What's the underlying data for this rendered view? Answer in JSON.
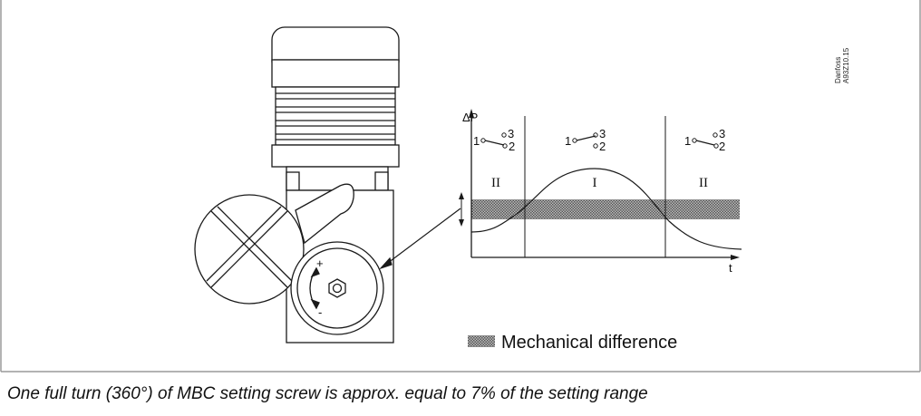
{
  "figure_code": [
    "Danfoss",
    "A93Z10.15"
  ],
  "graph": {
    "y_axis_label": "ΔP",
    "x_axis_label": "t",
    "switch_terminals": {
      "left": "1",
      "top": "3",
      "bottom": "2"
    },
    "zones": [
      {
        "id": "zone-left",
        "label": "II"
      },
      {
        "id": "zone-middle",
        "label": "I"
      },
      {
        "id": "zone-right",
        "label": "II"
      }
    ]
  },
  "dial": {
    "plus_label": "+",
    "minus_label": "-"
  },
  "legend": {
    "label": "Mechanical difference",
    "pattern_color": "#7a7a7a"
  },
  "caption": "One full turn (360°) of MBC setting screw is approx. equal to 7% of the setting range",
  "colors": {
    "line": "#1a1a1a",
    "frame": "#9a9a9a"
  }
}
